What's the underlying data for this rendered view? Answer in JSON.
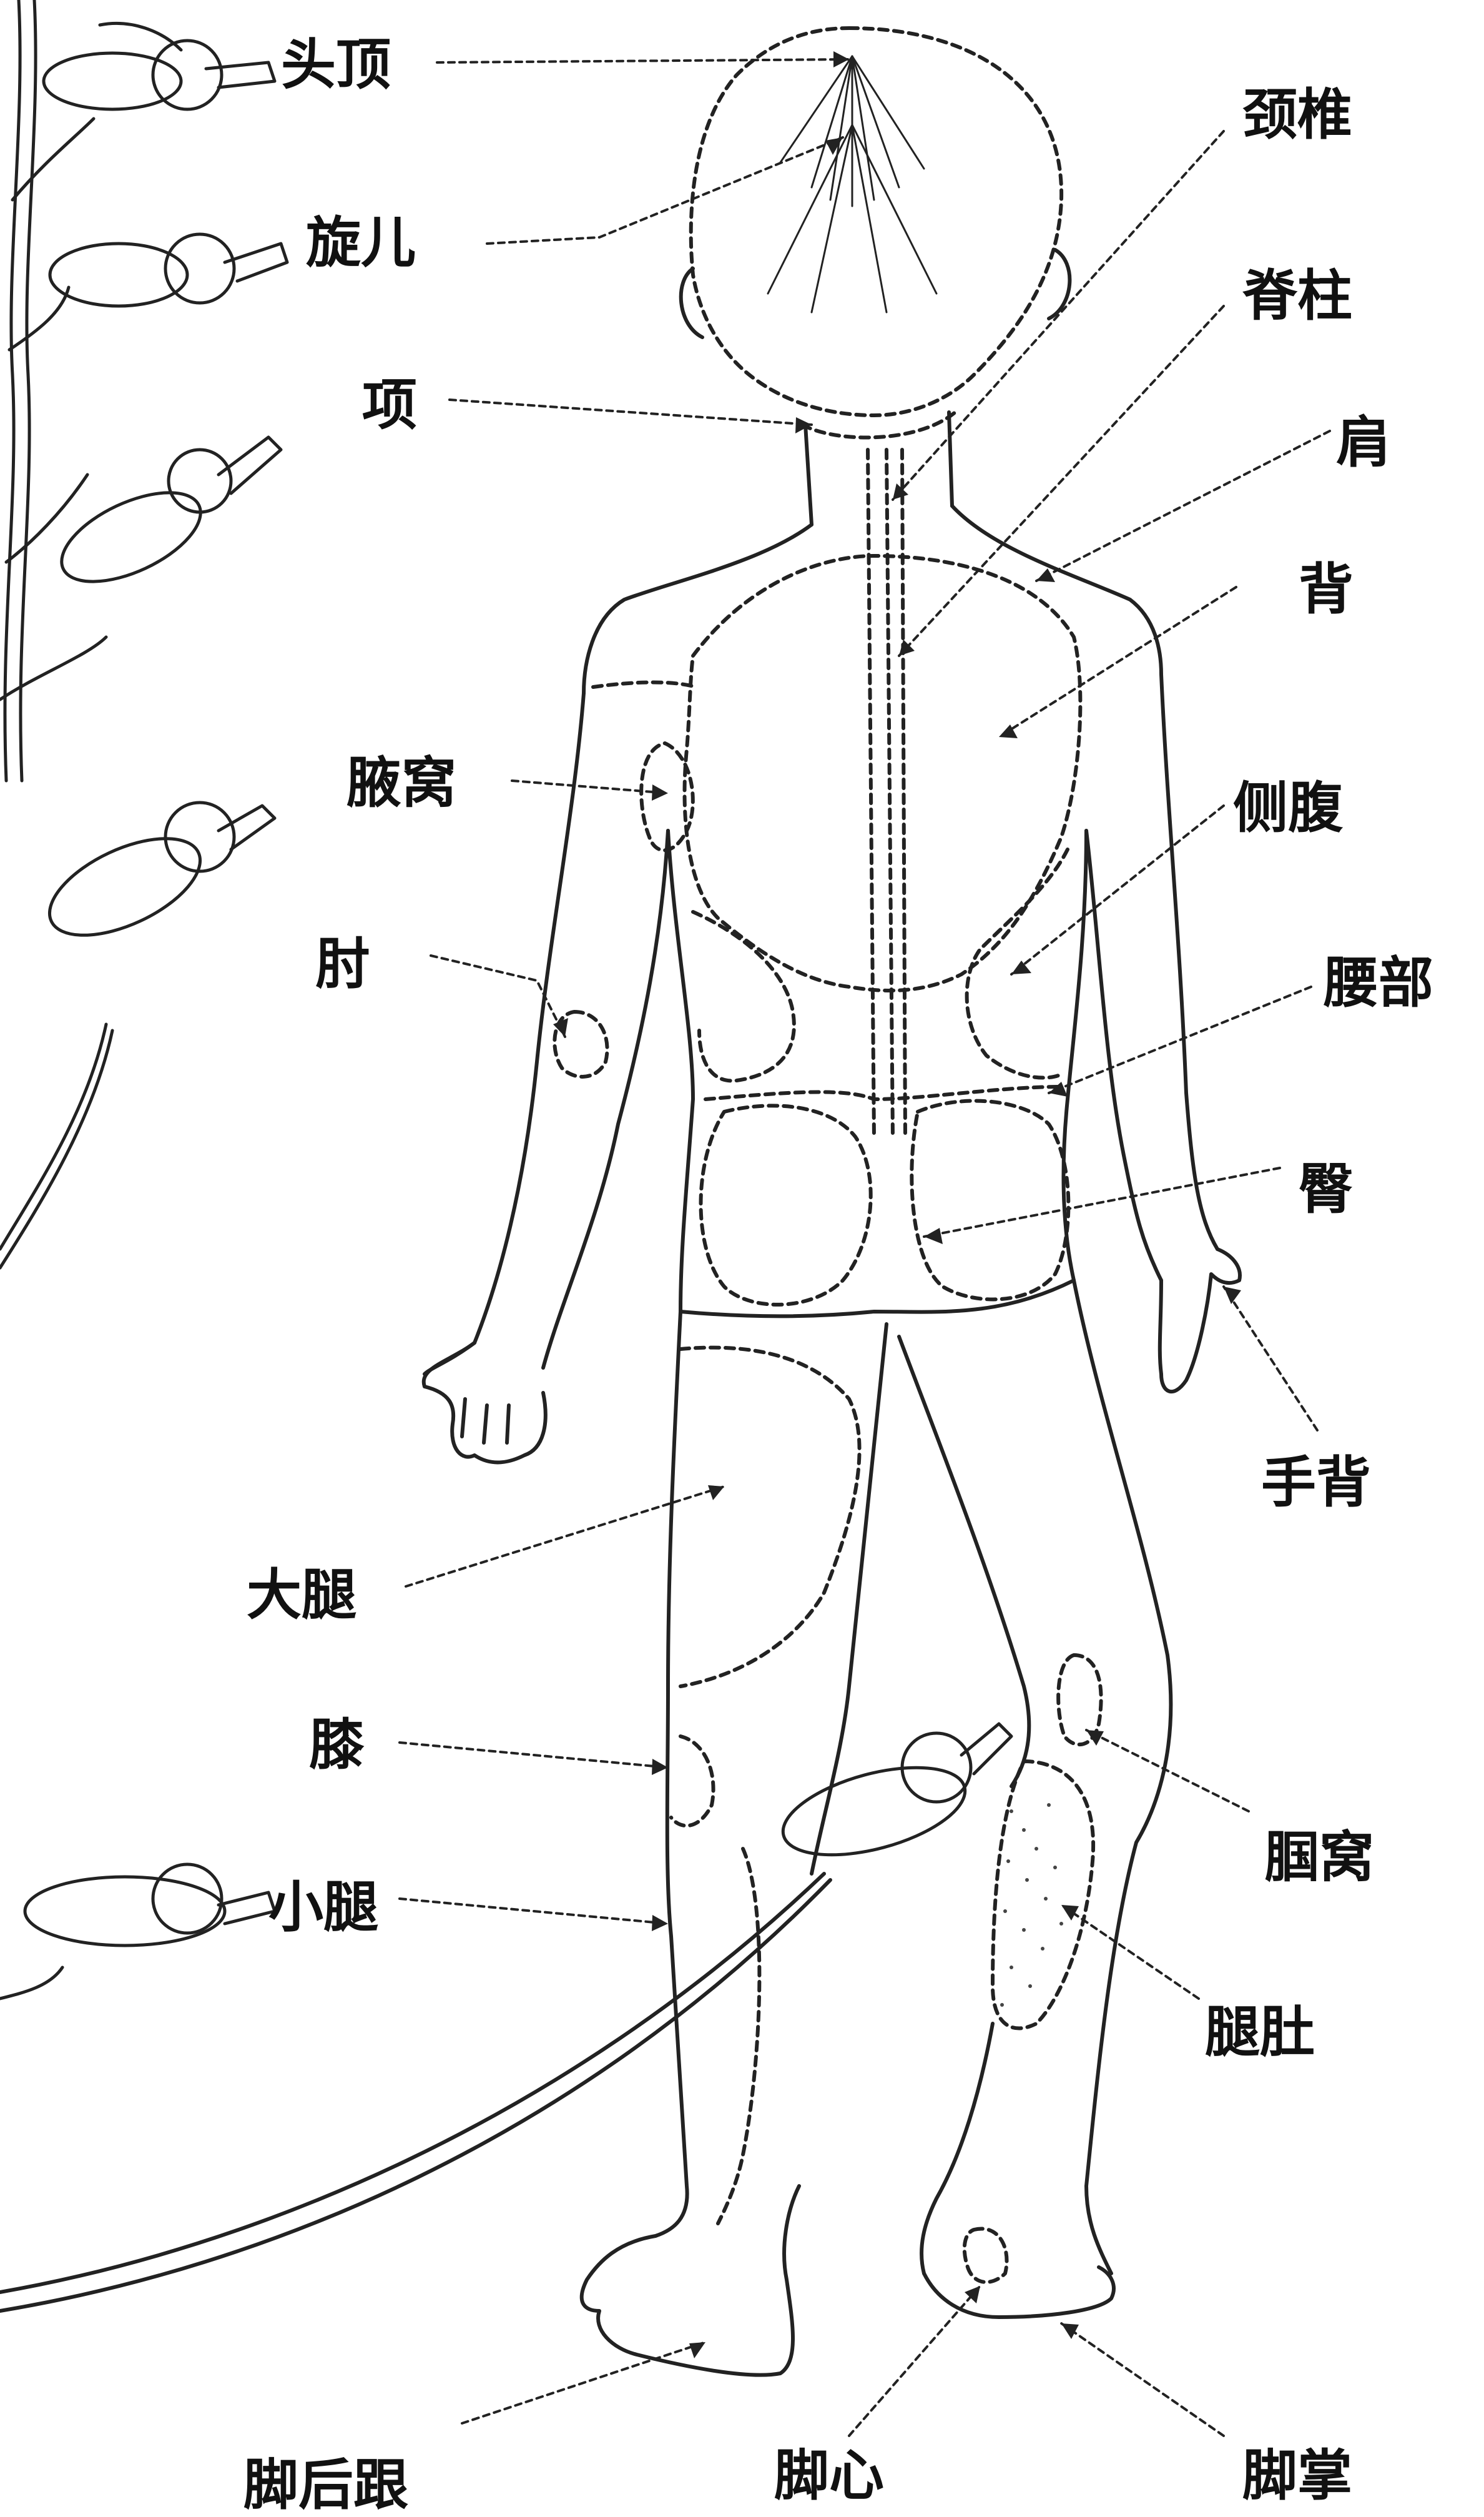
{
  "diagram": {
    "labels": {
      "head_top": "头顶",
      "hair_whorl": "旋儿",
      "nape": "项",
      "cervical_vertebra": "颈椎",
      "spine": "脊柱",
      "shoulder": "肩",
      "back": "背",
      "armpit": "腋窝",
      "flank": "侧腹",
      "elbow": "肘",
      "waist": "腰部",
      "buttock": "臀",
      "hand_back": "手背",
      "thigh": "大腿",
      "knee": "膝",
      "popliteal_fossa": "腘窝",
      "calf_shin": "小腿",
      "calf_belly": "腿肚",
      "heel": "脚后跟",
      "sole": "脚心",
      "foot_palm": "脚掌"
    }
  }
}
